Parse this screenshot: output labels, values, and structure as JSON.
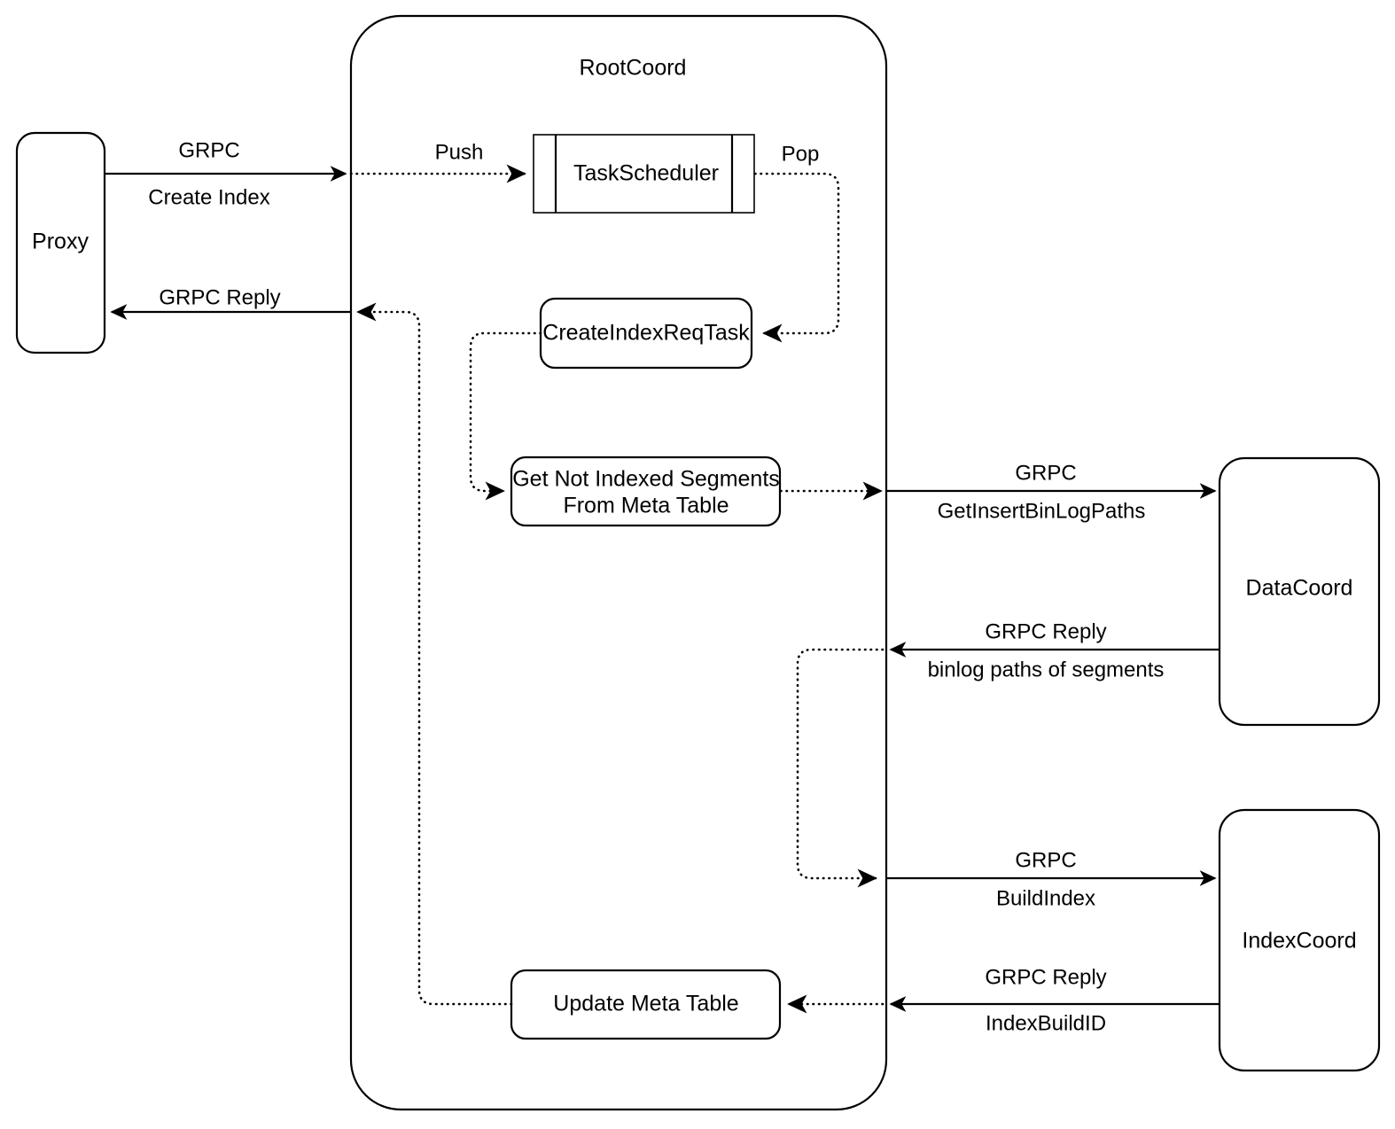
{
  "diagram": {
    "title": "RootCoord",
    "background_color": "#ffffff",
    "stroke_color": "#000000",
    "containers": [
      {
        "id": "rootcoord",
        "label": "RootCoord"
      }
    ],
    "nodes": [
      {
        "id": "proxy",
        "label": "Proxy",
        "shape": "rounded-rect"
      },
      {
        "id": "task-scheduler",
        "label": "TaskScheduler",
        "shape": "queue"
      },
      {
        "id": "create-index-req-task",
        "label": "CreateIndexReqTask",
        "shape": "rounded-rect"
      },
      {
        "id": "get-not-indexed-segments",
        "label_line1": "Get Not Indexed Segments",
        "label_line2": "From Meta Table",
        "shape": "rounded-rect"
      },
      {
        "id": "update-meta-table",
        "label": "Update Meta Table",
        "shape": "rounded-rect"
      },
      {
        "id": "datacoord",
        "label": "DataCoord",
        "shape": "rounded-rect"
      },
      {
        "id": "indexcoord",
        "label": "IndexCoord",
        "shape": "rounded-rect"
      }
    ],
    "edges": [
      {
        "id": "proxy-to-rootcoord",
        "line1": "GRPC",
        "line2": "Create Index",
        "style": "solid",
        "direction": "right"
      },
      {
        "id": "rootcoord-to-proxy",
        "line1": "GRPC Reply",
        "line2": "",
        "style": "solid",
        "direction": "left"
      },
      {
        "id": "push-to-scheduler",
        "line1": "Push",
        "line2": "",
        "style": "dotted",
        "direction": "right"
      },
      {
        "id": "pop-from-scheduler",
        "line1": "Pop",
        "line2": "",
        "style": "dotted",
        "direction": "down-left"
      },
      {
        "id": "task-to-segments",
        "line1": "",
        "line2": "",
        "style": "dotted",
        "direction": "down-right"
      },
      {
        "id": "segments-to-boundary",
        "line1": "",
        "line2": "",
        "style": "dotted",
        "direction": "right"
      },
      {
        "id": "rootcoord-to-datacoord",
        "line1": "GRPC",
        "line2": "GetInsertBinLogPaths",
        "style": "solid",
        "direction": "right"
      },
      {
        "id": "datacoord-to-rootcoord",
        "line1": "GRPC Reply",
        "line2": "binlog paths of segments",
        "style": "solid",
        "direction": "left"
      },
      {
        "id": "binlog-to-buildindex",
        "line1": "",
        "line2": "",
        "style": "dotted",
        "direction": "down-right"
      },
      {
        "id": "rootcoord-to-indexcoord",
        "line1": "GRPC",
        "line2": "BuildIndex",
        "style": "solid",
        "direction": "right"
      },
      {
        "id": "indexcoord-to-rootcoord",
        "line1": "GRPC Reply",
        "line2": "IndexBuildID",
        "style": "solid",
        "direction": "left"
      },
      {
        "id": "boundary-to-update-meta",
        "line1": "",
        "line2": "",
        "style": "dotted",
        "direction": "left"
      },
      {
        "id": "update-meta-to-reply",
        "line1": "",
        "line2": "",
        "style": "dotted",
        "direction": "up-left"
      }
    ]
  }
}
